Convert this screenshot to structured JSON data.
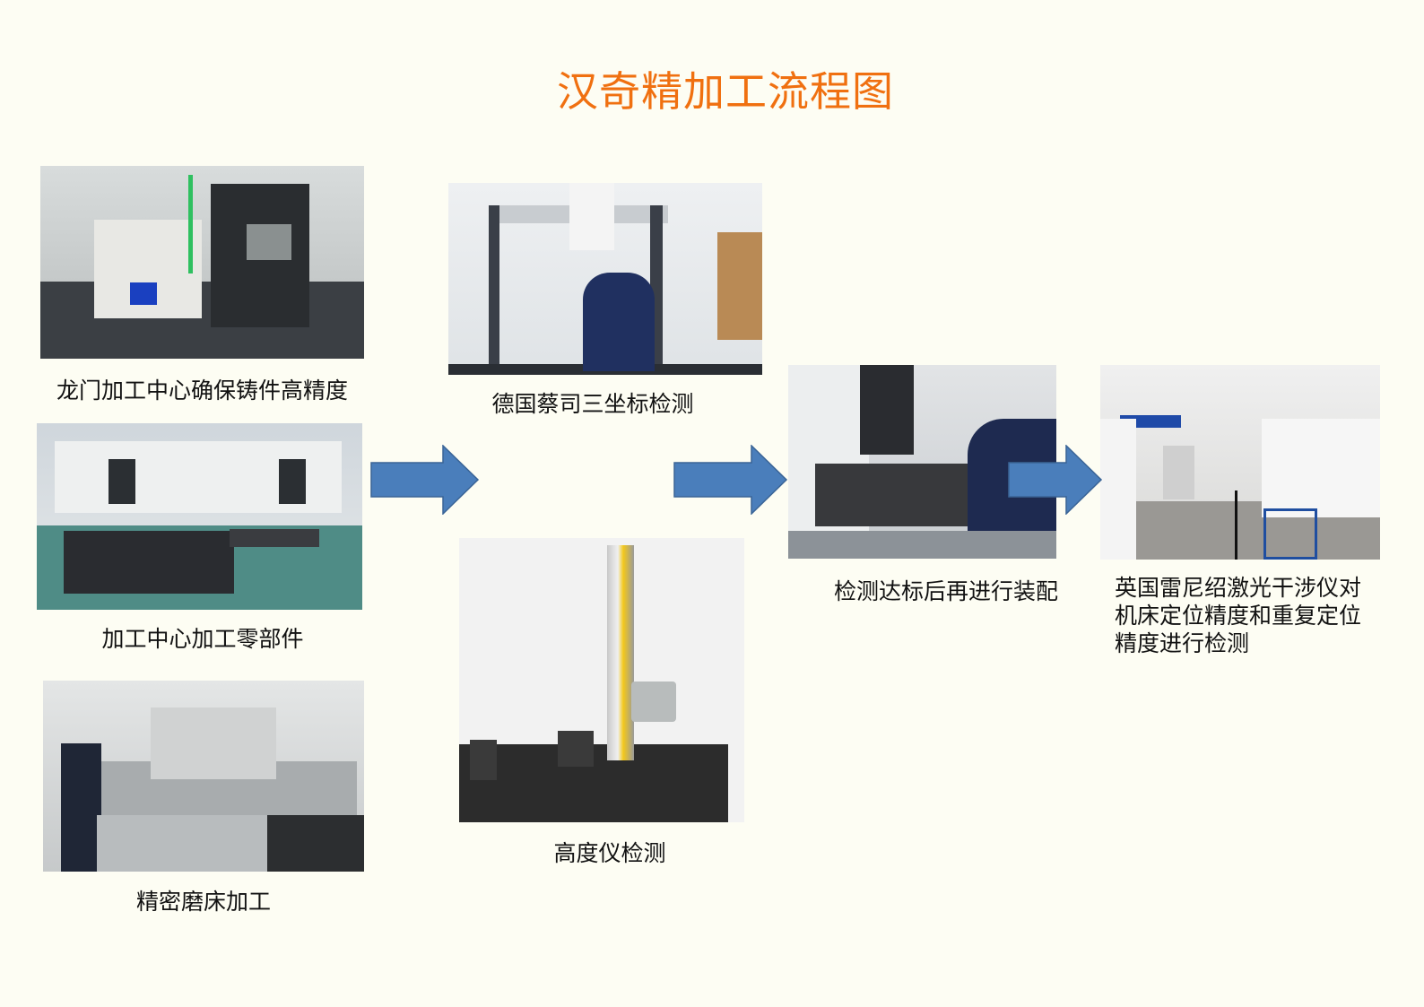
{
  "title": "汉奇精加工流程图",
  "colors": {
    "title": "#f07010",
    "arrow_fill": "#4a7ebb",
    "arrow_stroke": "#3a6496",
    "background": "#fdfdf3"
  },
  "steps": [
    {
      "caption": "龙门加工中心确保铸件高精度"
    },
    {
      "caption": "加工中心加工零部件"
    },
    {
      "caption": "精密磨床加工"
    },
    {
      "caption": "德国蔡司三坐标检测"
    },
    {
      "caption": "高度仪检测"
    },
    {
      "caption": "检测达标后再进行装配"
    },
    {
      "caption_lines": [
        "英国雷尼绍激光干涉仪对",
        "机床定位精度和重复定位",
        "精度进行检测"
      ]
    }
  ],
  "arrows": [
    "arrow-right-icon",
    "arrow-right-icon",
    "arrow-right-icon"
  ]
}
